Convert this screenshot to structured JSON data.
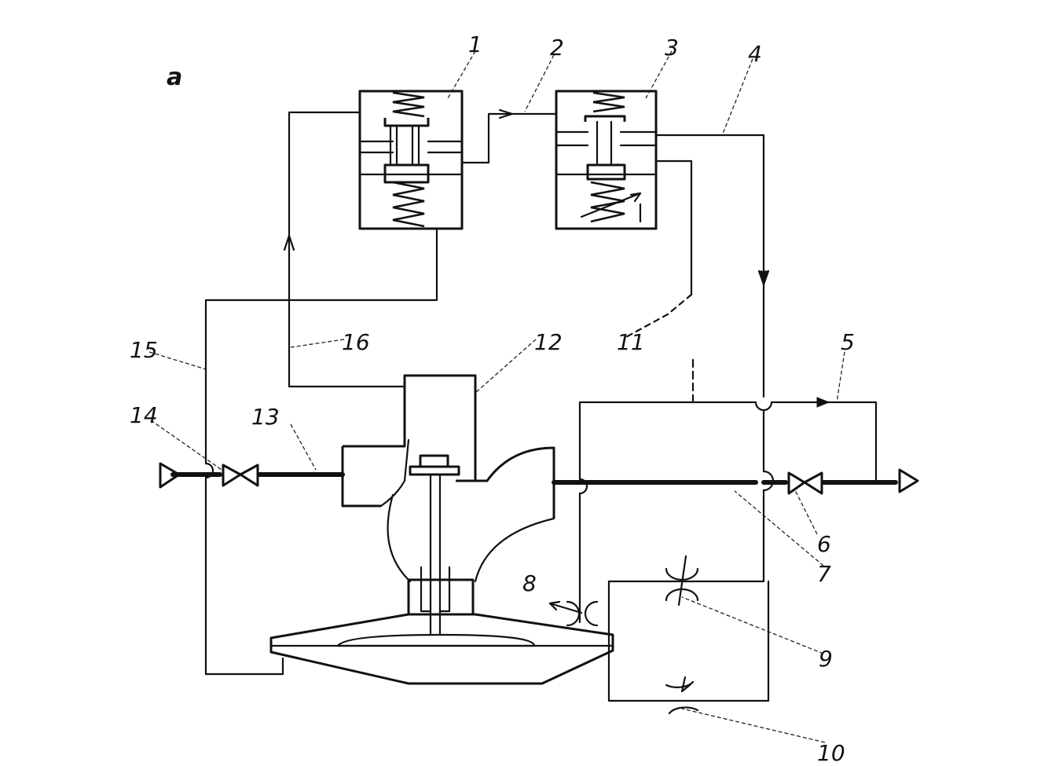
{
  "figure_label": "a",
  "callouts": [
    {
      "id": "1",
      "text": "1"
    },
    {
      "id": "2",
      "text": "2"
    },
    {
      "id": "3",
      "text": "3"
    },
    {
      "id": "4",
      "text": "4"
    },
    {
      "id": "5",
      "text": "5"
    },
    {
      "id": "6",
      "text": "6"
    },
    {
      "id": "7",
      "text": "7"
    },
    {
      "id": "8",
      "text": "8"
    },
    {
      "id": "9",
      "text": "9"
    },
    {
      "id": "10",
      "text": "10"
    },
    {
      "id": "11",
      "text": "11"
    },
    {
      "id": "12",
      "text": "12"
    },
    {
      "id": "13",
      "text": "13"
    },
    {
      "id": "14",
      "text": "14"
    },
    {
      "id": "15",
      "text": "15"
    },
    {
      "id": "16",
      "text": "16"
    }
  ],
  "colors": {
    "ink": "#111111",
    "paper": "#ffffff"
  }
}
